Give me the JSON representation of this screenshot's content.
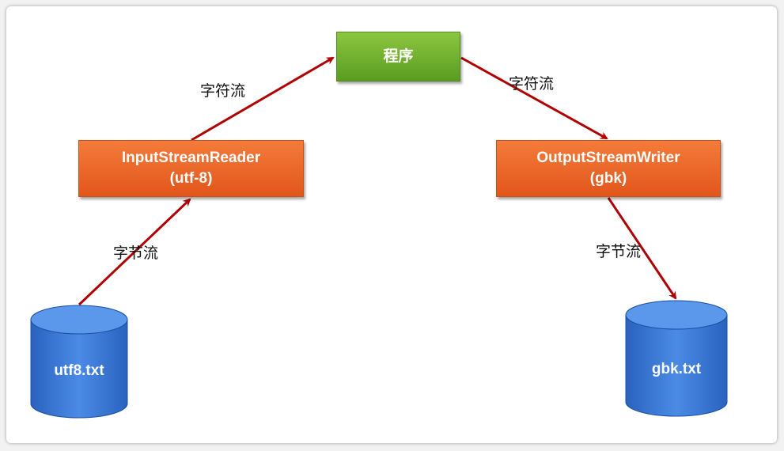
{
  "nodes": {
    "program": {
      "label": "程序"
    },
    "reader": {
      "line1": "InputStreamReader",
      "line2": "(utf-8)"
    },
    "writer": {
      "line1": "OutputStreamWriter",
      "line2": "(gbk)"
    },
    "source_file": {
      "label": "utf8.txt"
    },
    "target_file": {
      "label": "gbk.txt"
    }
  },
  "edges": {
    "source_to_reader": {
      "label": "字节流"
    },
    "reader_to_program": {
      "label": "字符流"
    },
    "program_to_writer": {
      "label": "字符流"
    },
    "writer_to_target": {
      "label": "字节流"
    }
  },
  "colors": {
    "arrow": "#b00000",
    "program_box": "#6aaa2c",
    "stream_box": "#ec6a29",
    "cylinder": "#2f6fd0"
  }
}
